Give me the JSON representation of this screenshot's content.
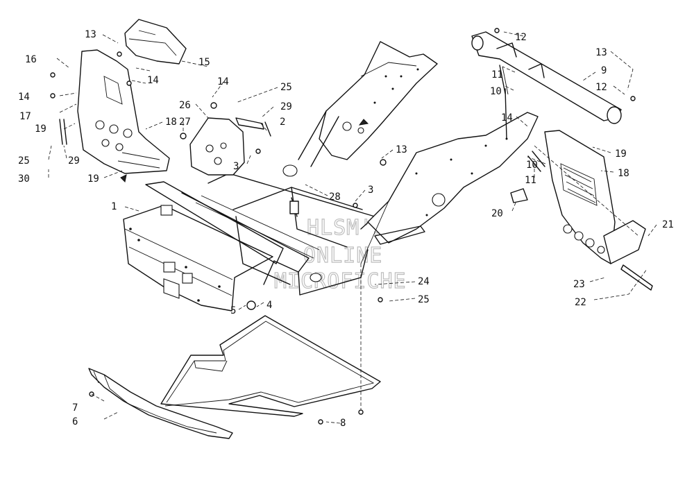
{
  "watermark": {
    "lines": [
      "HLSM'S",
      "ONLINE",
      "MICROFICHE"
    ]
  },
  "callouts": [
    {
      "id": "c1",
      "text": "1"
    },
    {
      "id": "c2",
      "text": "2"
    },
    {
      "id": "c3a",
      "text": "3"
    },
    {
      "id": "c3b",
      "text": "3"
    },
    {
      "id": "c4",
      "text": "4"
    },
    {
      "id": "c5",
      "text": "5"
    },
    {
      "id": "c6",
      "text": "6"
    },
    {
      "id": "c7",
      "text": "7"
    },
    {
      "id": "c8",
      "text": "8"
    },
    {
      "id": "c9",
      "text": "9"
    },
    {
      "id": "c10a",
      "text": "10"
    },
    {
      "id": "c10b",
      "text": "10"
    },
    {
      "id": "c11a",
      "text": "11"
    },
    {
      "id": "c11b",
      "text": "11"
    },
    {
      "id": "c12a",
      "text": "12"
    },
    {
      "id": "c12b",
      "text": "12"
    },
    {
      "id": "c13a",
      "text": "13"
    },
    {
      "id": "c13b",
      "text": "13"
    },
    {
      "id": "c13c",
      "text": "13"
    },
    {
      "id": "c14a",
      "text": "14"
    },
    {
      "id": "c14b",
      "text": "14"
    },
    {
      "id": "c14c",
      "text": "14"
    },
    {
      "id": "c14d",
      "text": "14"
    },
    {
      "id": "c15",
      "text": "15"
    },
    {
      "id": "c16",
      "text": "16"
    },
    {
      "id": "c17",
      "text": "17"
    },
    {
      "id": "c18a",
      "text": "18"
    },
    {
      "id": "c18b",
      "text": "18"
    },
    {
      "id": "c19a",
      "text": "19"
    },
    {
      "id": "c19b",
      "text": "19"
    },
    {
      "id": "c19c",
      "text": "19"
    },
    {
      "id": "c20",
      "text": "20"
    },
    {
      "id": "c21",
      "text": "21"
    },
    {
      "id": "c22",
      "text": "22"
    },
    {
      "id": "c23",
      "text": "23"
    },
    {
      "id": "c24",
      "text": "24"
    },
    {
      "id": "c25a",
      "text": "25"
    },
    {
      "id": "c25b",
      "text": "25"
    },
    {
      "id": "c25c",
      "text": "25"
    },
    {
      "id": "c26",
      "text": "26"
    },
    {
      "id": "c27",
      "text": "27"
    },
    {
      "id": "c28",
      "text": "28"
    },
    {
      "id": "c29a",
      "text": "29"
    },
    {
      "id": "c29b",
      "text": "29"
    },
    {
      "id": "c30",
      "text": "30"
    }
  ]
}
